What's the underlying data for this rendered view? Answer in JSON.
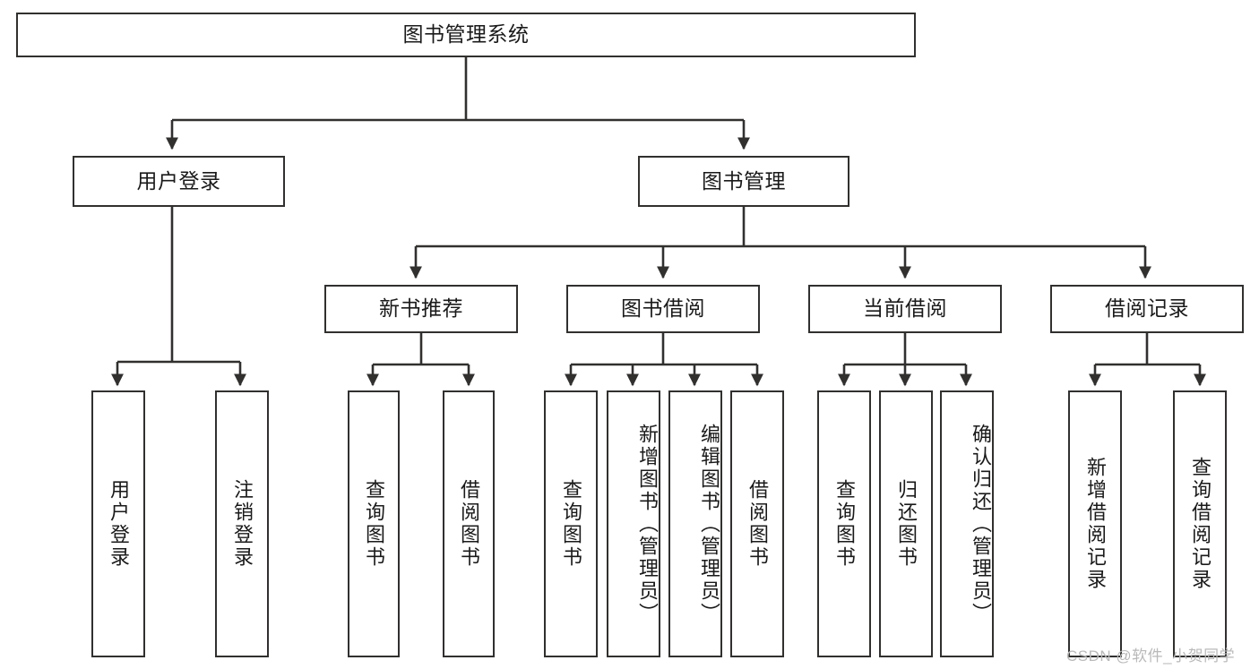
{
  "diagram": {
    "type": "tree-hierarchy-chart",
    "title": "图书管理系统",
    "line_color": "#31302f",
    "box_fill": "#ffffff",
    "text_color": "#1a1a1a",
    "levels": {
      "root": {
        "label": "图书管理系统"
      },
      "level2": [
        {
          "label": "用户登录"
        },
        {
          "label": "图书管理"
        }
      ],
      "level3": [
        {
          "label": "新书推荐"
        },
        {
          "label": "图书借阅"
        },
        {
          "label": "当前借阅"
        },
        {
          "label": "借阅记录"
        }
      ],
      "leaves": {
        "user_login": [
          {
            "label": "用户登录"
          },
          {
            "label": "注销登录"
          }
        ],
        "new_book_recommend": [
          {
            "label": "查询图书"
          },
          {
            "label": "借阅图书"
          }
        ],
        "book_borrow": [
          {
            "label": "查询图书"
          },
          {
            "label": "新增图书（管理员）"
          },
          {
            "label": "编辑图书（管理员）"
          },
          {
            "label": "借阅图书"
          }
        ],
        "current_borrow": [
          {
            "label": "查询图书"
          },
          {
            "label": "归还图书"
          },
          {
            "label": "确认归还（管理员）"
          }
        ],
        "borrow_record": [
          {
            "label": "新增借阅记录"
          },
          {
            "label": "查询借阅记录"
          }
        ]
      }
    }
  },
  "watermark": {
    "text": "CSDN @软件_小贺同学"
  }
}
